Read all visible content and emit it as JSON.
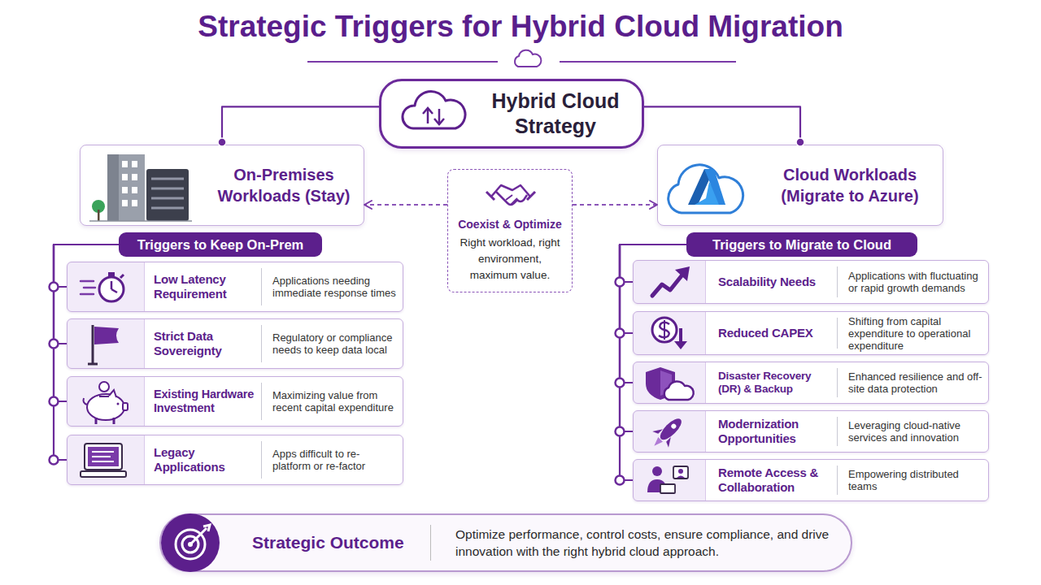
{
  "diagram": {
    "title": "Strategic Triggers for Hybrid Cloud Migration",
    "nodes": [
      {
        "text": [
          "Hybrid Cloud Strategy"
        ]
      },
      {
        "text": [
          "On-Premises Workloads (Stay)"
        ]
      },
      {
        "text": [
          "Coexist & Optimize",
          "Right workload, right environment, maximum value."
        ]
      },
      {
        "text": [
          "Cloud Workloads (Migrate to Azure)"
        ]
      },
      {
        "text": [
          "Triggers to Keep On-Prem"
        ]
      },
      {
        "text": [
          "Low Latency Requirement",
          "Applications needing immediate response times"
        ]
      },
      {
        "text": [
          "Strict Data Sovereignty",
          "Regulatory or compliance needs to keep data local"
        ]
      },
      {
        "text": [
          "Existing Hardware Investment",
          "Maximizing value from recent capital expenditure"
        ]
      },
      {
        "text": [
          "Legacy Applications",
          "Apps difficult to re-platform or re-factor"
        ]
      },
      {
        "text": [
          "Triggers to Migrate to Cloud"
        ]
      },
      {
        "text": [
          "Scalability Needs",
          "Applications with fluctuating or rapid growth demands"
        ]
      },
      {
        "text": [
          "Reduced CAPEX",
          "Shifting from capital expenditure to operational expenditure"
        ]
      },
      {
        "text": [
          "Disaster Recovery (DR) & Backup",
          "Enhanced resilience and off-site data protection"
        ]
      },
      {
        "text": [
          "Modernization Opportunities",
          "Leveraging cloud-native services and innovation"
        ]
      },
      {
        "text": [
          "Remote Access & Collaboration",
          "Empowering distributed teams"
        ]
      },
      {
        "text": [
          "Strategic Outcome",
          "Optimize performance, control costs, ensure compliance, and drive innovation with the right hybrid cloud approach."
        ]
      }
    ],
    "edges": [
      {
        "from": 0,
        "to": 1,
        "arrow": "none"
      },
      {
        "from": 0,
        "to": 3,
        "arrow": "none"
      },
      {
        "from": 2,
        "to": 1,
        "arrow": "to"
      },
      {
        "from": 2,
        "to": 3,
        "arrow": "to"
      },
      {
        "from": 4,
        "to": 5,
        "arrow": "none"
      },
      {
        "from": 4,
        "to": 6,
        "arrow": "none"
      },
      {
        "from": 4,
        "to": 7,
        "arrow": "none"
      },
      {
        "from": 4,
        "to": 8,
        "arrow": "none"
      },
      {
        "from": 9,
        "to": 10,
        "arrow": "none"
      },
      {
        "from": 9,
        "to": 11,
        "arrow": "none"
      },
      {
        "from": 9,
        "to": 12,
        "arrow": "none"
      },
      {
        "from": 9,
        "to": 13,
        "arrow": "none"
      },
      {
        "from": 9,
        "to": 14,
        "arrow": "none"
      }
    ]
  }
}
